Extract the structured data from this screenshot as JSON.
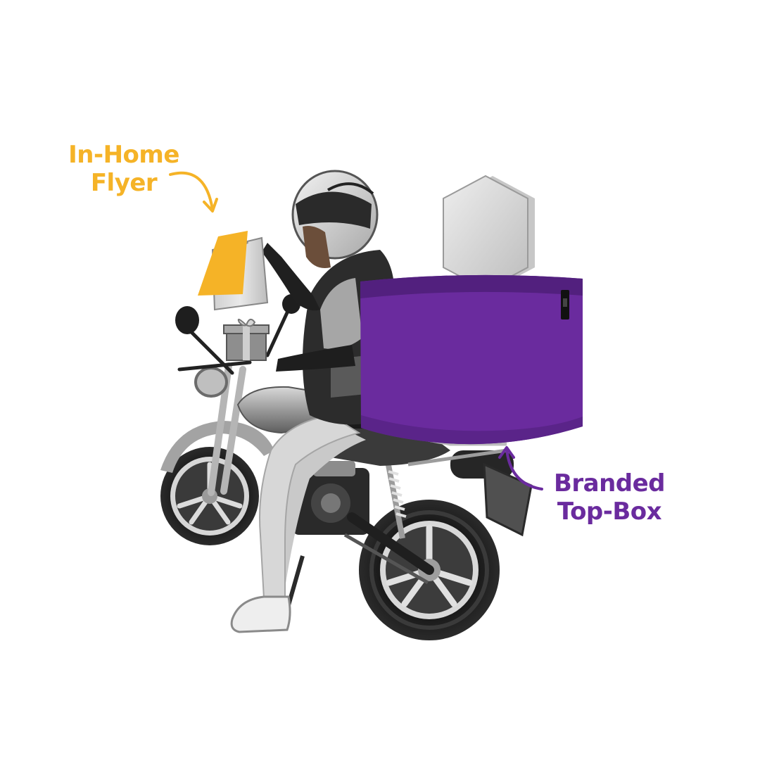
{
  "colors": {
    "flyer_accent": "#F5B327",
    "topbox_accent": "#6A2B9E",
    "topbox_dark": "#52207E",
    "topbox_shadow": "#5A2489",
    "background": "#FFFFFF"
  },
  "callouts": {
    "flyer": {
      "line1": "In-Home",
      "line2": "Flyer",
      "color": "#F5B327",
      "icon": "curved-arrow-icon"
    },
    "topbox": {
      "line1": "Branded",
      "line2": "Top-Box",
      "color": "#6A2B9E",
      "icon": "curved-arrow-icon"
    }
  }
}
